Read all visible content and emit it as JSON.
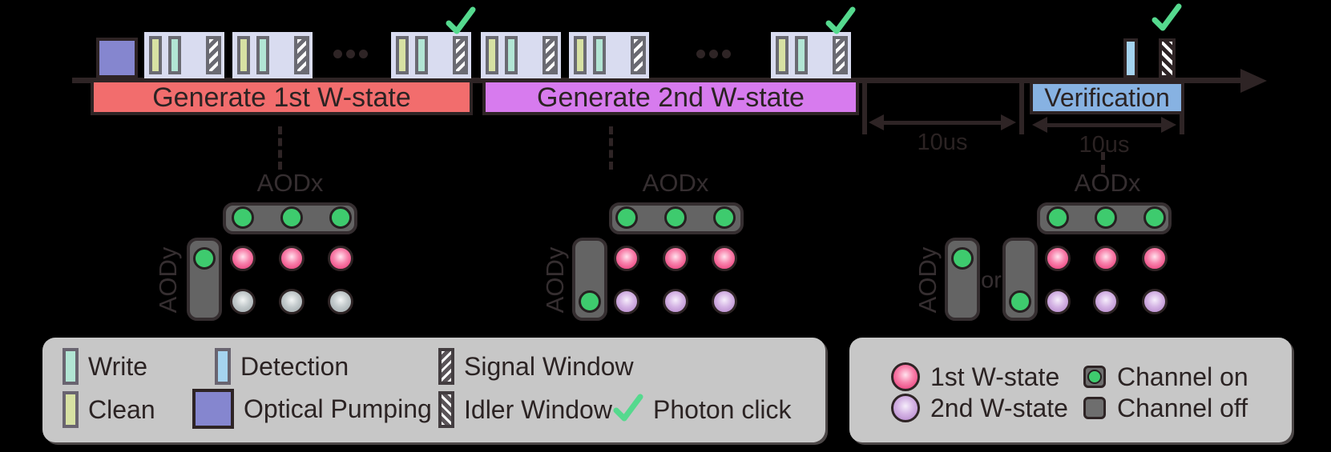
{
  "timeline": {
    "sections": [
      {
        "id": "w1",
        "label": "Generate 1st W-state",
        "color": "#f26d6d"
      },
      {
        "id": "w2",
        "label": "Generate 2nd W-state",
        "color": "#d77bee"
      },
      {
        "id": "verification",
        "label": "Verification",
        "color": "#87b2e2"
      }
    ],
    "gaps": [
      {
        "label": "10us"
      },
      {
        "label": "10us"
      }
    ]
  },
  "pulse_types": {
    "clean": {
      "label": "Clean",
      "color": "#d7e1a3"
    },
    "write": {
      "label": "Write",
      "color": "#b2e5d4"
    },
    "detection": {
      "label": "Detection",
      "color": "#a5d3ef"
    },
    "optical_pumping": {
      "label": "Optical Pumping",
      "color": "#8586cf"
    },
    "signal_window": {
      "label": "Signal Window",
      "hatch": "forward"
    },
    "idler_window": {
      "label": "Idler Window",
      "hatch": "backward"
    },
    "photon_click": {
      "label": "Photon click",
      "color": "#55d98e"
    }
  },
  "sequence": {
    "optical_pumping_at_start": true,
    "w1_groups": [
      {
        "bars": [
          "clean",
          "write",
          "signal_window"
        ]
      },
      {
        "bars": [
          "clean",
          "write",
          "signal_window"
        ]
      },
      {
        "ellipsis": true
      },
      {
        "bars": [
          "clean",
          "write",
          "signal_window"
        ],
        "photon_click": true
      }
    ],
    "w2_groups": [
      {
        "bars": [
          "clean",
          "write",
          "signal_window"
        ]
      },
      {
        "bars": [
          "clean",
          "write",
          "signal_window"
        ]
      },
      {
        "ellipsis": true
      },
      {
        "bars": [
          "clean",
          "write",
          "signal_window"
        ],
        "photon_click": true
      }
    ],
    "verification_pulses": [
      {
        "bar": "detection"
      },
      {
        "bar": "idler_window",
        "photon_click": true
      }
    ]
  },
  "aod": {
    "x_label": "AODx",
    "y_label": "AODy",
    "or_label": "or",
    "channel_on_color": "#3ecb6e",
    "diagrams": [
      {
        "x_channels": [
          true,
          true,
          true
        ],
        "y_bars": [
          {
            "on_row": 0
          }
        ],
        "atom_rows": [
          [
            "w1",
            "w1",
            "w1"
          ],
          [
            "off",
            "off",
            "off"
          ]
        ]
      },
      {
        "x_channels": [
          true,
          true,
          true
        ],
        "y_bars": [
          {
            "on_row": 1
          }
        ],
        "atom_rows": [
          [
            "w1",
            "w1",
            "w1"
          ],
          [
            "w2",
            "w2",
            "w2"
          ]
        ]
      },
      {
        "x_channels": [
          true,
          true,
          true
        ],
        "y_bars": [
          {
            "on_row": 0
          },
          {
            "on_row": 1
          }
        ],
        "or_between": true,
        "atom_rows": [
          [
            "w1",
            "w1",
            "w1"
          ],
          [
            "w2",
            "w2",
            "w2"
          ]
        ]
      }
    ]
  },
  "state_legend": {
    "w1": {
      "label": "1st W-state",
      "color": "#ee4d86"
    },
    "w2": {
      "label": "2nd W-state",
      "color": "#c9a7dd"
    },
    "channel_on": {
      "label": "Channel on",
      "color": "#3ecb6e"
    },
    "channel_off": {
      "label": "Channel off",
      "color": "#6e6e6e"
    }
  }
}
